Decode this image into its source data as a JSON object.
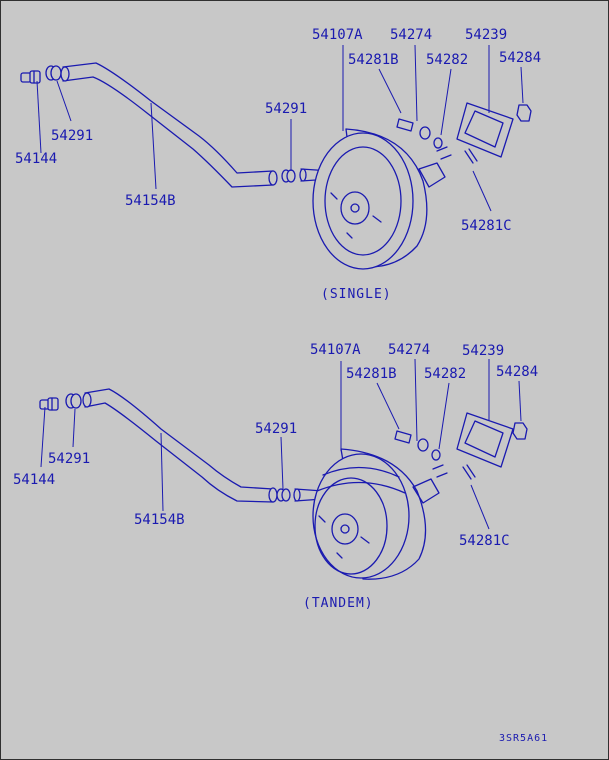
{
  "upper": {
    "caption": "(SINGLE)",
    "labels": {
      "p54107A": "54107A",
      "p54274": "54274",
      "p54239": "54239",
      "p54281B": "54281B",
      "p54282": "54282",
      "p54284": "54284",
      "p54291_hose": "54291",
      "p54291_clamp": "54291",
      "p54144": "54144",
      "p54154B": "54154B",
      "p54281C": "54281C"
    }
  },
  "lower": {
    "caption": "(TANDEM)",
    "labels": {
      "p54107A": "54107A",
      "p54274": "54274",
      "p54239": "54239",
      "p54281B": "54281B",
      "p54282": "54282",
      "p54284": "54284",
      "p54291_hose": "54291",
      "p54291_clamp": "54291",
      "p54144": "54144",
      "p54154B": "54154B",
      "p54281C": "54281C"
    }
  },
  "diagram_code": "3SR5A61",
  "colors": {
    "line": "#1a1ab0",
    "background": "#c8c8c8",
    "frame": "#303030"
  }
}
